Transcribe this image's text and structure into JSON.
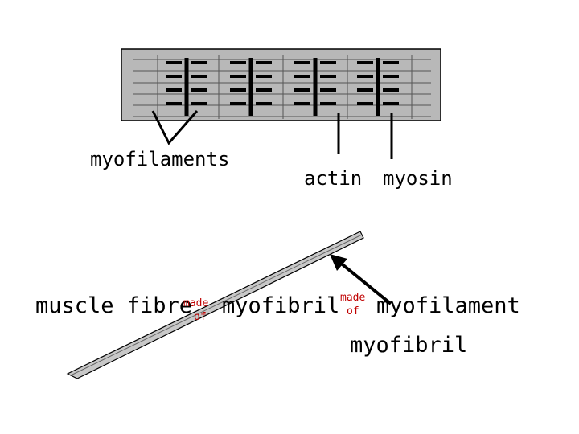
{
  "labels": {
    "myofilaments": "myofilaments",
    "actin": "actin",
    "myosin": "myosin",
    "muscle_fibre": "muscle fibre",
    "myofibril_mid": "myofibril",
    "myofilament": "myofilament",
    "myofibril_bottom": "myofibril",
    "made_1": "made",
    "of_1": "of",
    "made_2": "made",
    "of_2": "of"
  },
  "colors": {
    "block_fill": "#b8b8b8",
    "block_border": "#000000",
    "filament": "#000000",
    "fine_line": "#555555",
    "rod_fill": "#c8c8c8",
    "small_text": "#c00000"
  }
}
